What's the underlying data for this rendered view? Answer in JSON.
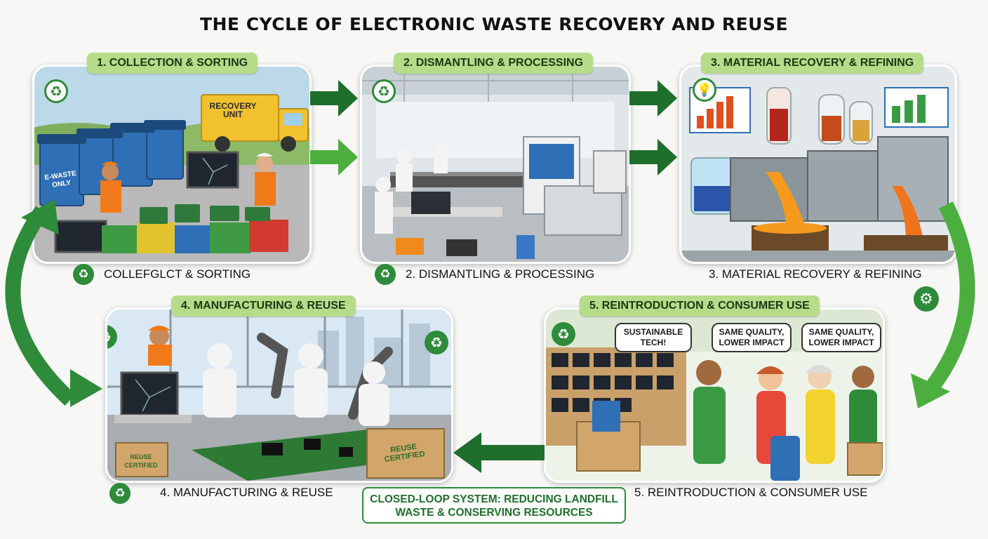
{
  "title": "THE CYCLE OF ELECTRONIC WASTE RECOVERY AND REUSE",
  "stages": [
    {
      "pill": "1. COLLECTION & SORTING",
      "caption": "COLLEFGLCT & SORTING"
    },
    {
      "pill": "2. DISMANTLING & PROCESSING",
      "caption": "2. DISMANTLING & PROCESSING"
    },
    {
      "pill": "3. MATERIAL RECOVERY & REFINING",
      "caption": "3. MATERIAL RECOVERY & REFINING"
    },
    {
      "pill": "4. MANUFACTURING & REUSE",
      "caption": "4. MANUFACTURING & REUSE"
    },
    {
      "pill": "5. REINTRODUCTION & CONSUMER USE",
      "caption": "5. REINTRODUCTION & CONSUMER USE"
    }
  ],
  "scene_text": {
    "truck_line1": "RECOVERY",
    "truck_line2": "UNIT",
    "bin_line1": "E-WASTE",
    "bin_line2": "ONLY",
    "box_line1": "REUSE",
    "box_line2": "CERTIFIED",
    "box_small_line1": "REUSE",
    "box_small_line2": "CERTIFIED"
  },
  "bubbles": [
    {
      "line1": "SUSTAINABLE",
      "line2": "TECH!"
    },
    {
      "line1": "SAME QUALITY,",
      "line2": "LOWER IMPACT"
    },
    {
      "line1": "SAME QUALITY,",
      "line2": "LOWER IMPACT"
    }
  ],
  "closed_loop": {
    "line1": "CLOSED-LOOP SYSTEM: REDUCING LANDFILL",
    "line2": "WASTE & CONSERVING RESOURCES"
  },
  "colors": {
    "accent_green": "#2e8b3a",
    "pill_green": "#b6dc8a",
    "arrow_dark": "#1f6e2c",
    "arrow_light": "#4cae3f"
  },
  "icons": [
    "recycle-icon",
    "lightbulb-icon",
    "gear-icon",
    "leaf-icon",
    "arrow-icon"
  ]
}
